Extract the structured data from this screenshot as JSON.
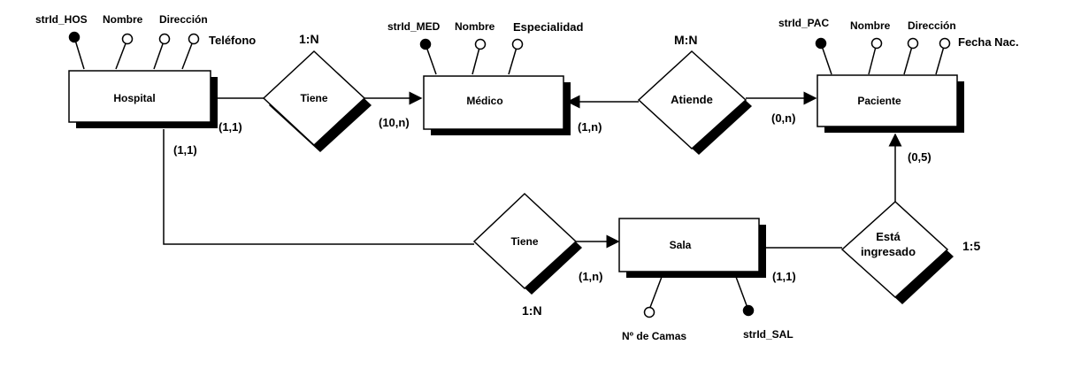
{
  "entities": {
    "hospital": "Hospital",
    "medico": "Médico",
    "paciente": "Paciente",
    "sala": "Sala"
  },
  "relationships": {
    "tiene_top": "Tiene",
    "atiende": "Atiende",
    "tiene_bottom": "Tiene",
    "esta_ingresado_line1": "Está",
    "esta_ingresado_line2": "ingresado"
  },
  "attributes": {
    "hospital": [
      "strId_HOS",
      "Nombre",
      "Dirección",
      "Teléfono"
    ],
    "medico": [
      "strId_MED",
      "Nombre",
      "Especialidad"
    ],
    "paciente": [
      "strId_PAC",
      "Nombre",
      "Dirección",
      "Fecha Nac."
    ],
    "sala": [
      "Nº de Camas",
      "strId_SAL"
    ]
  },
  "cardinalities": {
    "hospital_tiene": "(1,1)",
    "tiene_medico": "(10,n)",
    "medico_atiende": "(1,n)",
    "atiende_paciente": "(0,n)",
    "hospital_sala": "(1,1)",
    "sala_tiene": "(1,n)",
    "sala_ingresado": "(1,1)",
    "ingresado_paciente": "(0,5)"
  },
  "ratios": {
    "tiene_top": "1:N",
    "atiende": "M:N",
    "tiene_bottom": "1:N",
    "esta_ingresado": "1:5"
  }
}
